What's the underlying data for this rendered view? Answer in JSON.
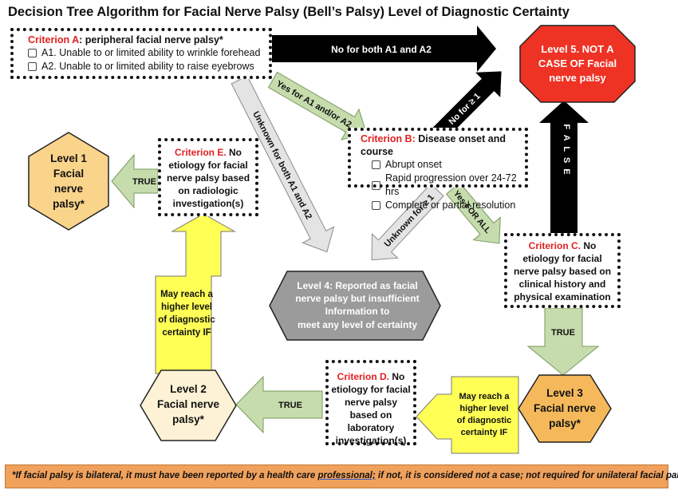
{
  "title": "Decision Tree Algorithm for Facial Nerve Palsy (Bell’s Palsy) Level of Diagnostic Certainty",
  "criterion_a": {
    "label": "Criterion A",
    "text": ": peripheral facial nerve palsy*",
    "options": [
      "A1. Unable to or limited ability to wrinkle forehead",
      "A2. Unable to or limited ability to raise eyebrows"
    ]
  },
  "criterion_b": {
    "label": "Criterion B:",
    "text": " Disease onset and course",
    "options": [
      "Abrupt onset",
      "Rapid progression over 24-72 hrs",
      "Complete or partial resolution"
    ]
  },
  "criterion_c": {
    "label": "Criterion C.",
    "text_line1": "  No etiology",
    "text_rest": "for facial nerve palsy based on clinical history and physical examination"
  },
  "criterion_d": {
    "label": "Criterion D.",
    "text_line1": " No",
    "text_rest": "etiology for facial nerve palsy based on laboratory investigation(s)"
  },
  "criterion_e": {
    "label": "Criterion E.",
    "text_line1": " No",
    "text_rest": "etiology for facial nerve palsy based on radiologic investigation(s)"
  },
  "levels": {
    "level1": [
      "Level 1",
      "Facial",
      "nerve",
      "palsy*"
    ],
    "level2": [
      "Level 2",
      "Facial nerve",
      "palsy*"
    ],
    "level3": [
      "Level 3",
      "Facial nerve",
      "palsy*"
    ],
    "level4": [
      "Level 4: Reported  as facial",
      "nerve palsy but insufficient",
      "Information to",
      "meet any level of certainty"
    ],
    "level5": [
      "Level 5. NOT  A",
      "CASE OF Facial",
      "nerve palsy"
    ]
  },
  "arrows": {
    "no_both": "No for both A1 and A2",
    "yes_a": "Yes for A1 and/or A2",
    "unknown_both": "Unknown for both A1 and A2",
    "no_ge1": "No for ≥ 1",
    "unknown_ge1": "Unknown for ≥ 1",
    "yes_all": "Yes FOR ALL",
    "false": "F A L S E",
    "true_e": "TRUE",
    "true_c": "TRUE",
    "true_d": "TRUE",
    "may_reach_left": [
      "May reach a",
      "higher level",
      "of diagnostic",
      "certainty IF"
    ],
    "may_reach_right": [
      "May reach a",
      "higher level",
      "of diagnostic",
      "certainty IF"
    ]
  },
  "footnote": {
    "part1": "*If facial palsy is bilateral, it must have been reported by a health care ",
    "professional": "professional;",
    "part2": "  if not, it is considered not a case;  not required for unilateral facial palsy."
  },
  "colors": {
    "red": "#ee3224",
    "green_arrow": "#c6dcad",
    "yellow_arrow": "#ffff55",
    "gray_arrow": "#e4e4e4",
    "level4_gray": "#9b9b9b",
    "level1_fill": "#fad48b",
    "level2_fill": "#fdf2d5",
    "level3_fill": "#f5b95b",
    "footnote_fill": "#f0a15c"
  }
}
